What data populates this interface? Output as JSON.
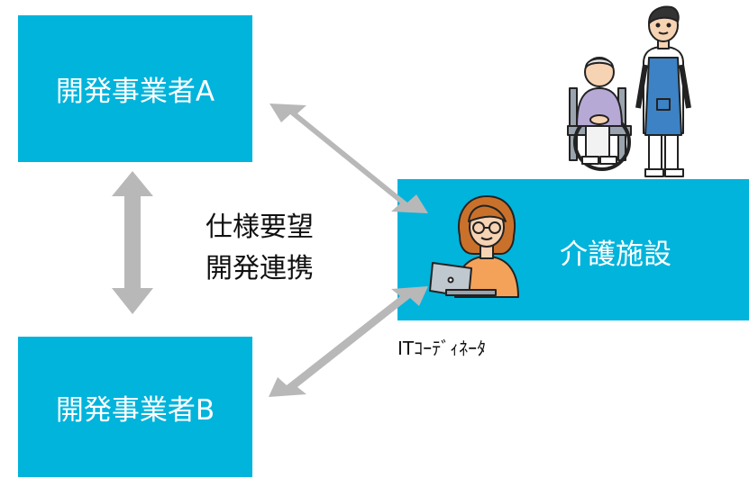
{
  "colors": {
    "box": "#00B4DC",
    "arrow": "#B8B8B8",
    "text_dark": "#111111",
    "text_light": "#FFFFFF"
  },
  "boxes": {
    "developer_a": "開発事業者A",
    "developer_b": "開発事業者B",
    "care_facility": "介護施設"
  },
  "center_text": {
    "line1": "仕様要望",
    "line2": "開発連携"
  },
  "coordinator_label": "ITｺｰﾃﾞｨﾈｰﾀ",
  "icons": [
    "bidirectional-arrow",
    "it-coordinator-with-laptop",
    "elderly-person-in-wheelchair",
    "caregiver"
  ]
}
